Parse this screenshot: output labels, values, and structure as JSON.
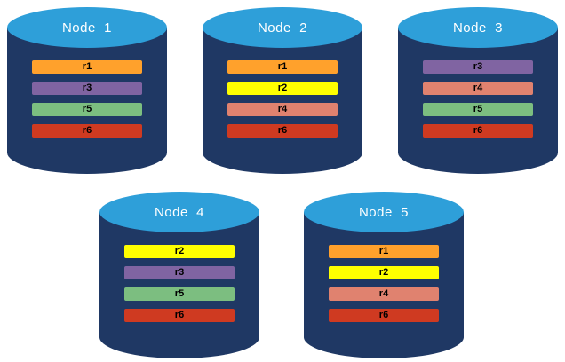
{
  "colors": {
    "cylinder_body": "#1F3864",
    "cylinder_top": "#2E9FD9",
    "node_label_text": "#FFFFFF",
    "bar_label_text": "#000000"
  },
  "replica_colors": {
    "r1": "#FFA12C",
    "r2": "#FFFF00",
    "r3": "#8064A2",
    "r4": "#E0826F",
    "r5": "#7CBE80",
    "r6": "#CF3A21"
  },
  "nodes": [
    {
      "label": "Node  1",
      "bars": [
        {
          "label": "r1",
          "color": "#FFA12C"
        },
        {
          "label": "r3",
          "color": "#8064A2"
        },
        {
          "label": "r5",
          "color": "#7CBE80"
        },
        {
          "label": "r6",
          "color": "#CF3A21"
        }
      ]
    },
    {
      "label": "Node  2",
      "bars": [
        {
          "label": "r1",
          "color": "#FFA12C"
        },
        {
          "label": "r2",
          "color": "#FFFF00"
        },
        {
          "label": "r4",
          "color": "#E0826F"
        },
        {
          "label": "r6",
          "color": "#CF3A21"
        }
      ]
    },
    {
      "label": "Node  3",
      "bars": [
        {
          "label": "r3",
          "color": "#8064A2"
        },
        {
          "label": "r4",
          "color": "#E0826F"
        },
        {
          "label": "r5",
          "color": "#7CBE80"
        },
        {
          "label": "r6",
          "color": "#CF3A21"
        }
      ]
    },
    {
      "label": "Node  4",
      "bars": [
        {
          "label": "r2",
          "color": "#FFFF00"
        },
        {
          "label": "r3",
          "color": "#8064A2"
        },
        {
          "label": "r5",
          "color": "#7CBE80"
        },
        {
          "label": "r6",
          "color": "#CF3A21"
        }
      ]
    },
    {
      "label": "Node  5",
      "bars": [
        {
          "label": "r1",
          "color": "#FFA12C"
        },
        {
          "label": "r2",
          "color": "#FFFF00"
        },
        {
          "label": "r4",
          "color": "#E0826F"
        },
        {
          "label": "r6",
          "color": "#CF3A21"
        }
      ]
    }
  ]
}
